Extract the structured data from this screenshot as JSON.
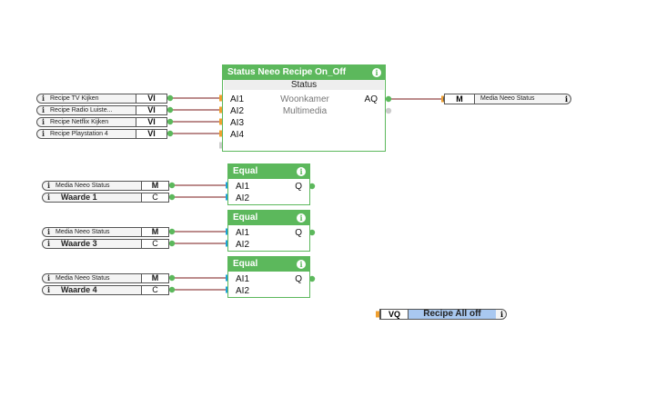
{
  "status_block": {
    "title": "Status Neeo Recipe On_Off",
    "status_label": "Status",
    "inputs": [
      "AI1",
      "AI2",
      "AI3",
      "AI4"
    ],
    "output": "AQ",
    "texts": [
      "Woonkamer",
      "Multimedia"
    ],
    "info": "i"
  },
  "vi_inputs": [
    {
      "label": "Recipe TV Kijken",
      "type": "VI"
    },
    {
      "label": "Recipe  Radio  Luiste...",
      "type": "VI"
    },
    {
      "label": "Recipe Netflix Kijken",
      "type": "VI"
    },
    {
      "label": "Recipe Playstation 4",
      "type": "VI"
    }
  ],
  "status_output": {
    "type": "M",
    "label": "Media Neeo Status",
    "info": "i"
  },
  "equal_blocks": [
    {
      "title": "Equal",
      "inputs": [
        "AI1",
        "AI2"
      ],
      "output": "Q",
      "in1": {
        "label": "Media Neeo Status",
        "type": "M"
      },
      "in2": {
        "label": "Waarde 1",
        "type": "C"
      }
    },
    {
      "title": "Equal",
      "inputs": [
        "AI1",
        "AI2"
      ],
      "output": "Q",
      "in1": {
        "label": "Media Neeo Status",
        "type": "M"
      },
      "in2": {
        "label": "Waarde 3",
        "type": "C"
      }
    },
    {
      "title": "Equal",
      "inputs": [
        "AI1",
        "AI2"
      ],
      "output": "Q",
      "in1": {
        "label": "Media Neeo Status",
        "type": "M"
      },
      "in2": {
        "label": "Waarde 4",
        "type": "C"
      }
    }
  ],
  "vq_output": {
    "type": "VQ",
    "label": "Recipe All off",
    "info": "i"
  },
  "info_glyph": "i",
  "colors": {
    "block_green": "#5cb85c",
    "wire": "#7a1a1a",
    "orange_pin": "#f0a030",
    "blue_pin": "#1fa0d8",
    "vq_fill": "#a9c8f0"
  }
}
